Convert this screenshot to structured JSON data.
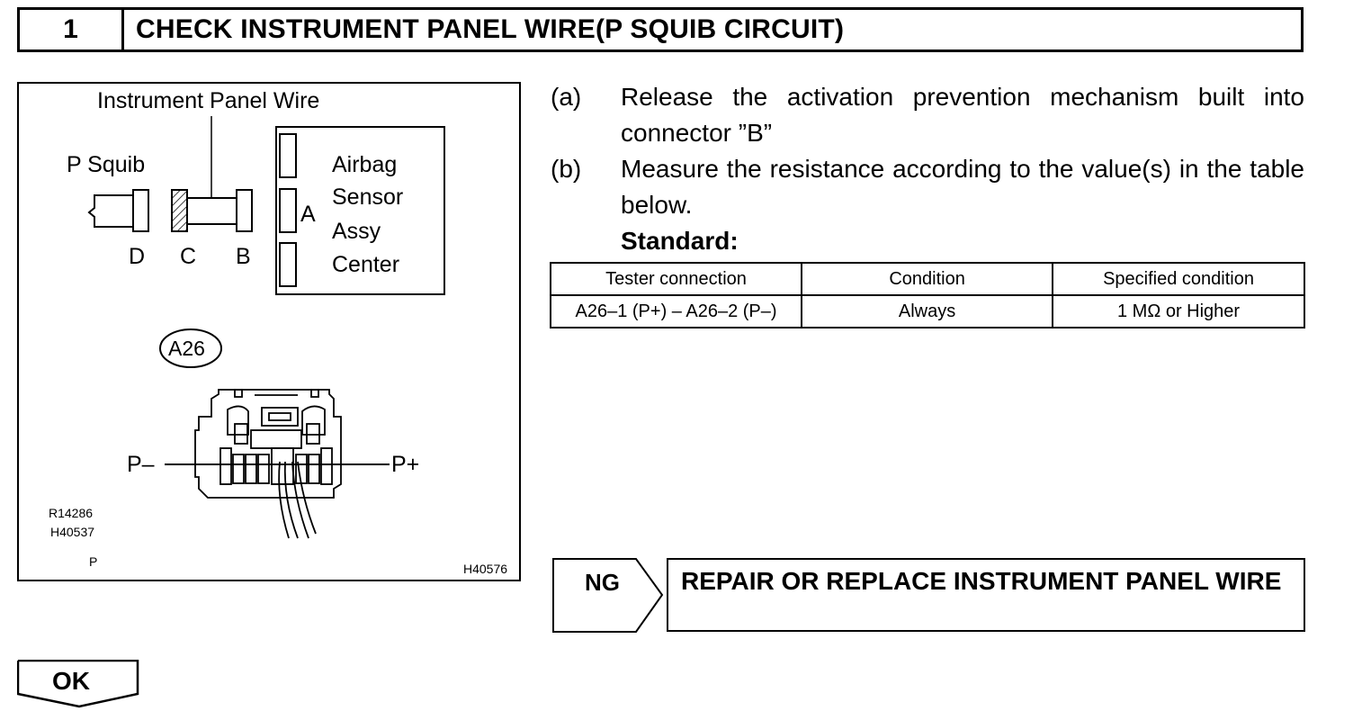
{
  "header": {
    "number": "1",
    "title": "CHECK INSTRUMENT PANEL WIRE(P SQUIB CIRCUIT)"
  },
  "figure": {
    "wire_label": "Instrument Panel Wire",
    "p_squib_label": "P Squib",
    "connector_letters": {
      "d": "D",
      "c": "C",
      "b": "B",
      "a": "A"
    },
    "sensor_lines": [
      "Airbag",
      "Sensor",
      "Assy",
      "Center"
    ],
    "connector_id": "A26",
    "pin_minus": "P–",
    "pin_plus": "P+",
    "ref_codes": [
      "R14286",
      "H40537"
    ],
    "p_mark": "P",
    "figure_code": "H40576"
  },
  "steps": [
    {
      "tag": "(a)",
      "text": "Release the activation prevention mechanism built into connector ”B”"
    },
    {
      "tag": "(b)",
      "text": "Measure the resistance according to the value(s) in the table below."
    }
  ],
  "standard_label": "Standard:",
  "spec_table": {
    "headers": [
      "Tester connection",
      "Condition",
      "Specified condition"
    ],
    "rows": [
      [
        "A26–1 (P+) – A26–2 (P–)",
        "Always",
        "1 MΩ or Higher"
      ]
    ]
  },
  "result_ng": {
    "label": "NG",
    "action": "REPAIR OR REPLACE INSTRUMENT PANEL WIRE"
  },
  "result_ok": {
    "label": "OK"
  }
}
